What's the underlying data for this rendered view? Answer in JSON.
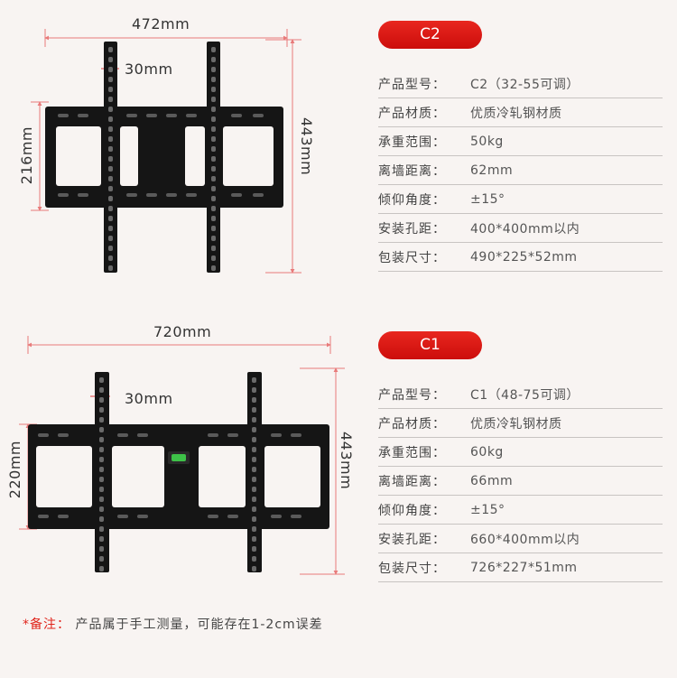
{
  "products": [
    {
      "model_badge": "C2",
      "dimensions": {
        "width": "472mm",
        "arm_width": "30mm",
        "bracket_height": "216mm",
        "total_height": "443mm"
      },
      "specs": [
        {
          "label": "产品型号：",
          "value": "C2（32-55可调）"
        },
        {
          "label": "产品材质：",
          "value": "优质冷轧钢材质"
        },
        {
          "label": "承重范围：",
          "value": "50kg"
        },
        {
          "label": "离墙距离：",
          "value": "62mm"
        },
        {
          "label": "倾仰角度：",
          "value": "±15°"
        },
        {
          "label": "安装孔距：",
          "value": "400*400mm以内"
        },
        {
          "label": "包装尺寸：",
          "value": "490*225*52mm"
        }
      ]
    },
    {
      "model_badge": "C1",
      "dimensions": {
        "width": "720mm",
        "arm_width": "30mm",
        "bracket_height": "220mm",
        "total_height": "443mm"
      },
      "specs": [
        {
          "label": "产品型号：",
          "value": "C1（48-75可调）"
        },
        {
          "label": "产品材质：",
          "value": "优质冷轧钢材质"
        },
        {
          "label": "承重范围：",
          "value": "60kg"
        },
        {
          "label": "离墙距离：",
          "value": "66mm"
        },
        {
          "label": "倾仰角度：",
          "value": "±15°"
        },
        {
          "label": "安装孔距：",
          "value": "660*400mm以内"
        },
        {
          "label": "包装尺寸：",
          "value": "726*227*51mm"
        }
      ]
    }
  ],
  "note": {
    "star": "*备注：",
    "text": "产品属于手工测量，可能存在1-2cm误差"
  },
  "colors": {
    "accent": "#e0241b",
    "dimension_line": "#e87a7a",
    "bracket": "#151515"
  }
}
